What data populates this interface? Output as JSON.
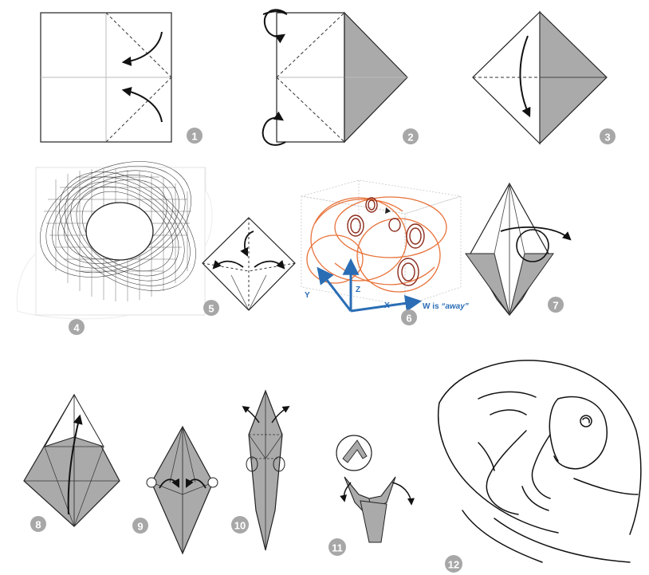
{
  "steps": [
    {
      "number": "1"
    },
    {
      "number": "2"
    },
    {
      "number": "3"
    },
    {
      "number": "4"
    },
    {
      "number": "5"
    },
    {
      "number": "6"
    },
    {
      "number": "7"
    },
    {
      "number": "8"
    },
    {
      "number": "9"
    },
    {
      "number": "10"
    },
    {
      "number": "11"
    },
    {
      "number": "12"
    }
  ],
  "axes": {
    "x": "X",
    "y": "Y",
    "z": "Z"
  },
  "note": {
    "prefix": "W is ",
    "emphasis": "“away”"
  },
  "colors": {
    "badge": "#a7a7a7",
    "paper_shade": "#aaaaaa",
    "axis_blue": "#2a6db5",
    "orbit_orange": "#e8733a",
    "ink": "#111111"
  }
}
